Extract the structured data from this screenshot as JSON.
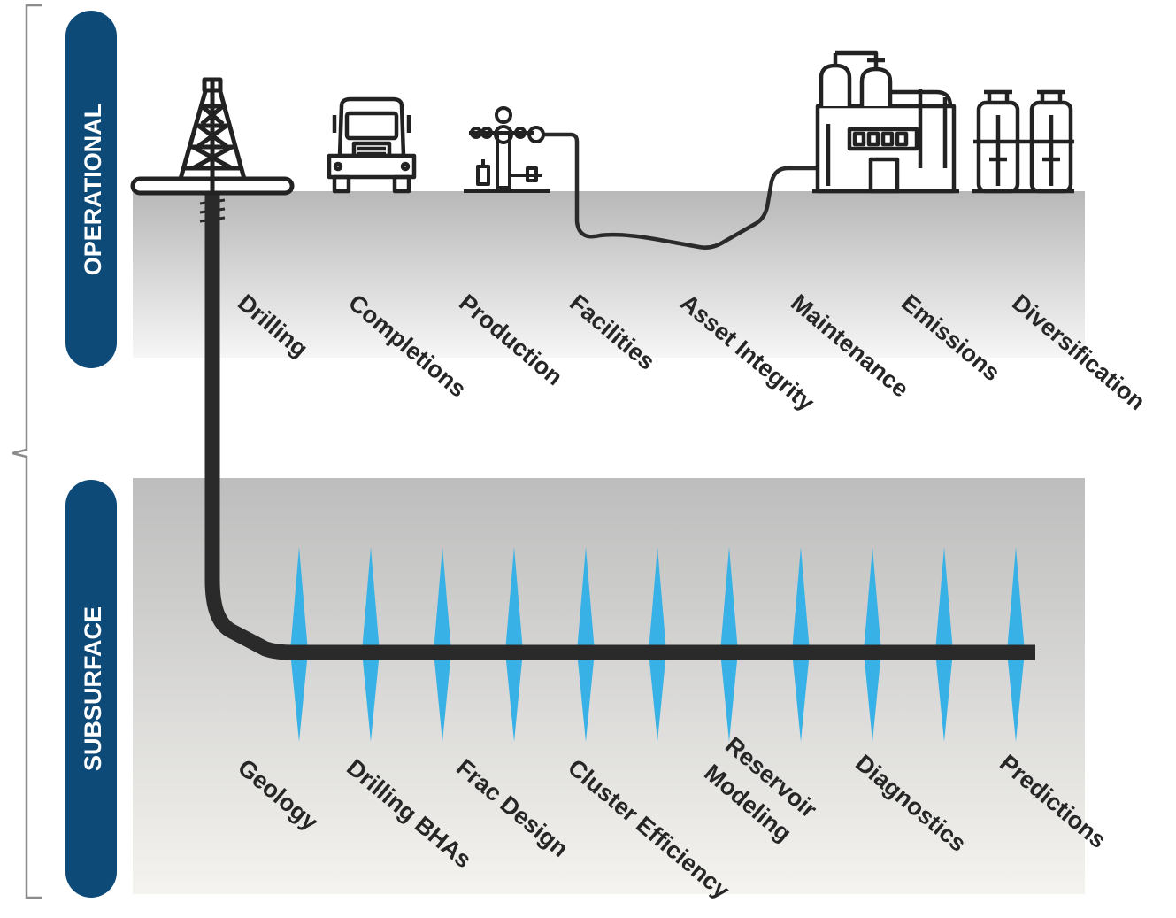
{
  "sections": {
    "operational": {
      "label": "OPERATIONAL"
    },
    "subsurface": {
      "label": "SUBSURFACE"
    }
  },
  "operational_labels": [
    "Drilling",
    "Completions",
    "Production",
    "Facilities",
    "Asset Integrity",
    "Maintenance",
    "Emissions",
    "Diversification"
  ],
  "subsurface_labels": [
    "Geology",
    "Drilling BHAs",
    "Frac Design",
    "Cluster Efficiency",
    "Reservoir",
    "Modeling",
    "Diagnostics",
    "Predictions"
  ],
  "icons": [
    "drilling-rig-icon",
    "truck-icon",
    "wellhead-icon",
    "refinery-icon",
    "tanks-icon"
  ],
  "colors": {
    "pill": "#0d4a78",
    "pipe": "#2a2a2a",
    "frac": "#38b2e6",
    "bracket": "#8c8c8c"
  }
}
